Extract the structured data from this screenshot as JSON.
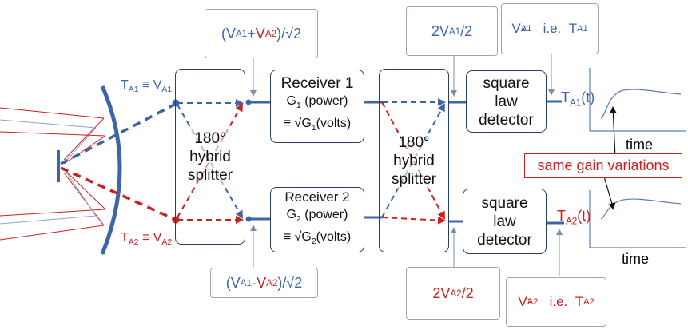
{
  "feed": {
    "t_a1_label": "T",
    "t_a1_sub": "A1",
    "eq": " ≡ ",
    "v_a1_label": "V",
    "v_a1_sub": "A1",
    "t_a2_label": "T",
    "t_a2_sub": "A2",
    "v_a2_label": "V",
    "v_a2_sub": "A2"
  },
  "hybrid1": {
    "line1": "180°",
    "line2": "hybrid",
    "line3": "splitter"
  },
  "hybrid2": {
    "line1": "180°",
    "line2": "hybrid",
    "line3": "splitter"
  },
  "receiver1": {
    "title": "Receiver 1",
    "gain": "G",
    "gain_sub": "1",
    "gain_unit": " (power)",
    "volts_prefix": "≡ √G",
    "volts_sub": "1",
    "volts_unit": "(volts)"
  },
  "receiver2": {
    "title": "Receiver 2",
    "gain": "G",
    "gain_sub": "2",
    "gain_unit": " (power)",
    "volts_prefix": "≡ √G",
    "volts_sub": "2",
    "volts_unit": "(volts)"
  },
  "detector1": {
    "line1": "square",
    "line2": "law",
    "line3": "detector"
  },
  "detector2": {
    "line1": "square",
    "line2": "law",
    "line3": "detector"
  },
  "callouts": {
    "sum": {
      "open": "(V",
      "a1": "A1",
      "plus": " + ",
      "v2": "V",
      "a2": "A2",
      "close": ")/√2"
    },
    "diff": {
      "open": "(V",
      "a1": "A1",
      "minus": " - ",
      "v2": "V",
      "a2": "A2",
      "close": ")/√2"
    },
    "v1half": {
      "pre": "2V",
      "sub": "A1",
      "post": "/2"
    },
    "v2half": {
      "pre": "2V",
      "sub": "A2",
      "post": "/2"
    },
    "sq1": {
      "v": "V",
      "sup": "2",
      "sub": "A1",
      "ie": "   i.e.  ",
      "t": "T",
      "tsub": "A1"
    },
    "sq2": {
      "v": "V",
      "sup": "2",
      "sub": "A2",
      "ie": "   i.e.  ",
      "t": "T",
      "tsub": "A2"
    }
  },
  "outputs": {
    "out1": {
      "t": "T",
      "sub": "A1",
      "arg": "(t)"
    },
    "out2": {
      "t": "T",
      "sub": "A2",
      "arg": "(t)"
    }
  },
  "time_labels": {
    "top": "time",
    "bottom": "time"
  },
  "note": "same gain variations",
  "colors": {
    "blue": "#3d64a8",
    "red": "#cc1f1f",
    "box": "#2a3f66",
    "callout": "#9aa6bb"
  }
}
